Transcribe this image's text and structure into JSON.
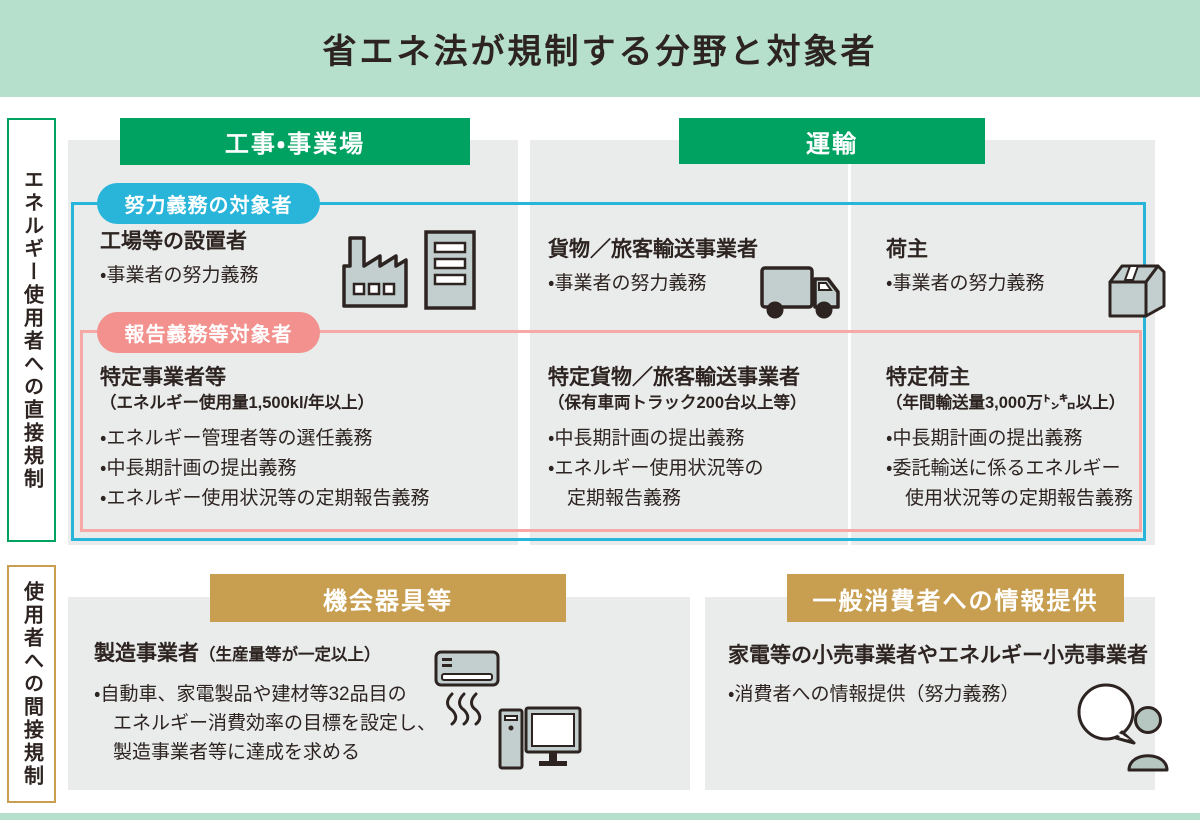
{
  "title": "省エネ法が規制する分野と対象者",
  "colors": {
    "mint": "#b7e0cc",
    "green": "#00a261",
    "cyan": "#29b5d9",
    "salmon": "#f2918d",
    "salmon_light": "#f7aaa5",
    "gold": "#c89f50",
    "panel_gray": "#e9eceb",
    "ink": "#2d2422",
    "icon_fill": "#c3cfce"
  },
  "side_labels": {
    "direct": "エネルギー使用者への直接規制",
    "indirect": "使用者への間接規制"
  },
  "top": {
    "category_badges": [
      {
        "label": "工事・事業場"
      },
      {
        "label": "運輸"
      }
    ],
    "effort_pill": "努力義務の対象者",
    "report_pill": "報告義務等対象者",
    "columns": [
      {
        "effort_heading": "工場等の設置者",
        "effort_bullet": "・事業者の努力義務",
        "icons": [
          "factory-icon",
          "office-building-icon"
        ],
        "report_heading": "特定事業者等",
        "report_qualifier": "（エネルギー使用量1,500kl/年以上）",
        "report_bullets": [
          "・エネルギー管理者等の選任義務",
          "・中長期計画の提出義務",
          "・エネルギー使用状況等の定期報告義務"
        ]
      },
      {
        "effort_heading": "貨物／旅客輸送事業者",
        "effort_bullet": "・事業者の努力義務",
        "icons": [
          "truck-icon"
        ],
        "report_heading": "特定貨物／旅客輸送事業者",
        "report_qualifier": "（保有車両トラック200台以上等）",
        "report_bullets": [
          "・中長期計画の提出義務",
          "・エネルギー使用状況等の\n定期報告義務"
        ]
      },
      {
        "effort_heading": "荷主",
        "effort_bullet": "・事業者の努力義務",
        "icons": [
          "package-box-icon"
        ],
        "report_heading": "特定荷主",
        "report_qualifier": "（年間輸送量3,000万㌧㌔以上）",
        "report_bullets": [
          "・中長期計画の提出義務",
          "・委託輸送に係るエネルギー\n使用状況等の定期報告義務"
        ]
      }
    ]
  },
  "bottom": {
    "panels": [
      {
        "badge": "機会器具等",
        "heading": "製造事業者",
        "qualifier": "（生産量等が一定以上）",
        "bullet": "・自動車、家電製品や建材等32品目の\nエネルギー消費効率の目標を設定し、\n製造事業者等に達成を求める",
        "icons": [
          "air-conditioner-icon",
          "desktop-computer-icon"
        ]
      },
      {
        "badge": "一般消費者への情報提供",
        "heading": "家電等の小売事業者やエネルギー小売事業者",
        "bullet": "・消費者への情報提供（努力義務）",
        "icons": [
          "speech-bubble-icon",
          "person-icon"
        ]
      }
    ]
  }
}
